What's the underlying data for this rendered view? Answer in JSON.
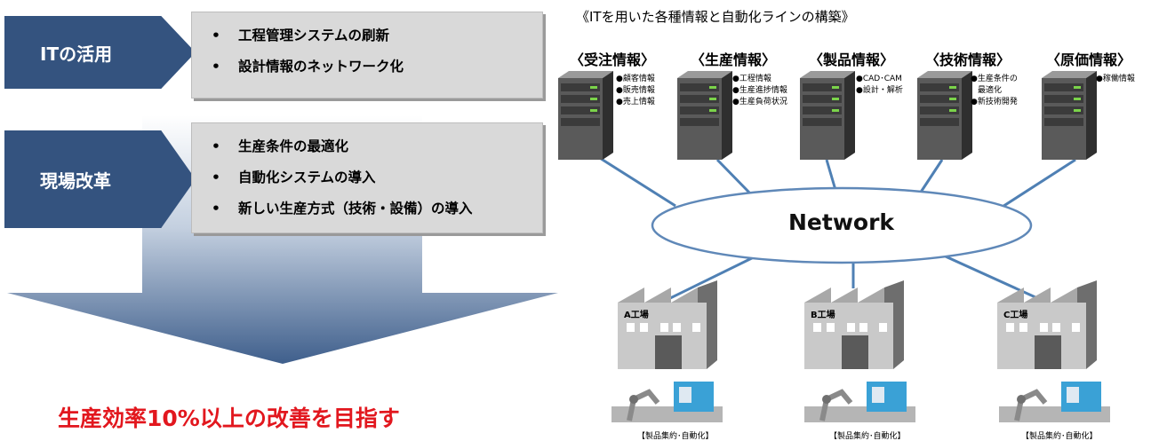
{
  "left": {
    "rows": [
      {
        "label": "ITの活用",
        "items": [
          "工程管理システムの刷新",
          "設計情報のネットワーク化"
        ]
      },
      {
        "label": "現場改革",
        "items": [
          "生産条件の最適化",
          "自動化システムの導入",
          "新しい生産方式（技術・設備）の導入"
        ]
      }
    ],
    "bullet": "•",
    "goal": "生産効率10%以上の改善を目指す"
  },
  "right": {
    "title": "《ITを用いた各種情報と自動化ラインの構築》",
    "network_label": "Network",
    "servers": [
      {
        "category": "〈受注情報〉",
        "items": [
          "●顧客情報",
          "●販売情報",
          "●売上情報"
        ]
      },
      {
        "category": "〈生産情報〉",
        "items": [
          "●工程情報",
          "●生産進捗情報",
          "●生産負荷状況"
        ]
      },
      {
        "category": "〈製品情報〉",
        "items": [
          "●CAD･CAM",
          "●設計・解析"
        ]
      },
      {
        "category": "〈技術情報〉",
        "items": [
          "●生産条件の",
          "最適化",
          "●新技術開発"
        ]
      },
      {
        "category": "〈原価情報〉",
        "items": [
          "●稼働情報"
        ]
      }
    ],
    "factories": [
      {
        "label": "A工場",
        "caption": "【製品集約･自動化】"
      },
      {
        "label": "B工場",
        "caption": "【製品集約･自動化】"
      },
      {
        "label": "C工場",
        "caption": "【製品集約･自動化】"
      }
    ]
  }
}
